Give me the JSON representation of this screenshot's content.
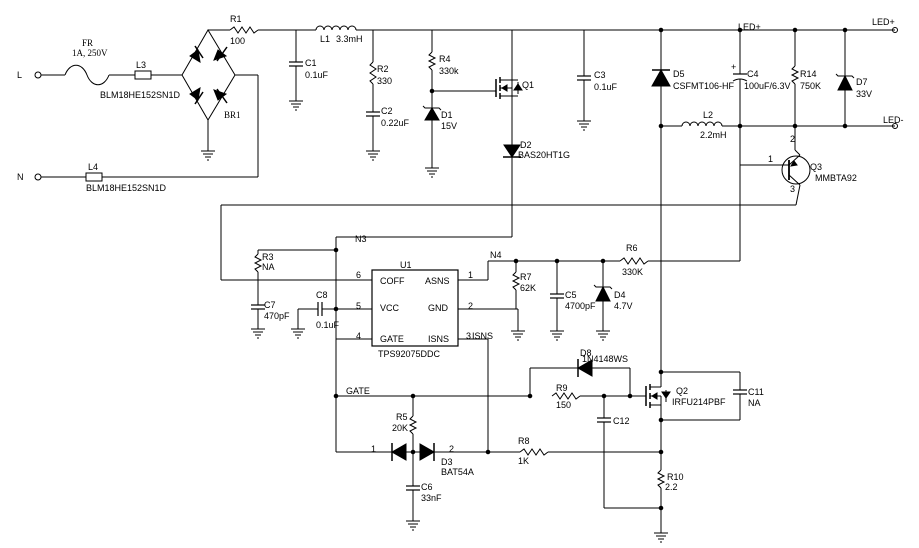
{
  "terminals": {
    "line": "L",
    "neutral": "N",
    "led_plus_top": "LED+",
    "led_plus_rail": "LED+",
    "led_minus": "LED-"
  },
  "components": {
    "fuse": {
      "ref": "FR",
      "value": "1A, 250V"
    },
    "l3": {
      "ref": "L3",
      "value": "BLM18HE152SN1D"
    },
    "l4": {
      "ref": "L4",
      "value": "BLM18HE152SN1D"
    },
    "br1": {
      "ref": "BR1"
    },
    "r1": {
      "ref": "R1",
      "value": "100"
    },
    "l1": {
      "ref": "L1",
      "value": "3.3mH"
    },
    "c1": {
      "ref": "C1",
      "value": "0.1uF"
    },
    "r2": {
      "ref": "R2",
      "value": "330"
    },
    "c2": {
      "ref": "C2",
      "value": "0.22uF"
    },
    "r4": {
      "ref": "R4",
      "value": "330k"
    },
    "d1": {
      "ref": "D1",
      "value": "15V"
    },
    "q1": {
      "ref": "Q1"
    },
    "d2": {
      "ref": "D2",
      "value": "BAS20HT1G"
    },
    "c3": {
      "ref": "C3",
      "value": "0.1uF"
    },
    "d5": {
      "ref": "D5",
      "value": "CSFMT106-HF"
    },
    "c4": {
      "ref": "C4",
      "value": "100uF/6.3V",
      "polarity": "+"
    },
    "r14": {
      "ref": "R14",
      "value": "750K"
    },
    "d7": {
      "ref": "D7",
      "value": "33V"
    },
    "l2": {
      "ref": "L2",
      "value": "2.2mH"
    },
    "q3": {
      "ref": "Q3",
      "value": "MMBTA92",
      "pins": [
        "1",
        "2",
        "3"
      ]
    },
    "r3": {
      "ref": "R3",
      "value": "NA"
    },
    "c7": {
      "ref": "C7",
      "value": "470pF"
    },
    "c8": {
      "ref": "C8",
      "value": "0.1uF"
    },
    "r7": {
      "ref": "R7",
      "value": "62K"
    },
    "c5": {
      "ref": "C5",
      "value": "4700pF"
    },
    "d4": {
      "ref": "D4",
      "value": "4.7V"
    },
    "r6": {
      "ref": "R6",
      "value": "330K"
    },
    "d8": {
      "ref": "D8",
      "value": "1N4148WS"
    },
    "r9": {
      "ref": "R9",
      "value": "150"
    },
    "q2": {
      "ref": "Q2",
      "value": "IRFU214PBF"
    },
    "c11": {
      "ref": "C11",
      "value": "NA"
    },
    "c12": {
      "ref": "C12"
    },
    "r5": {
      "ref": "R5",
      "value": "20K"
    },
    "d3": {
      "ref": "D3",
      "value": "BAT54A",
      "pins": [
        "1",
        "2"
      ]
    },
    "c6": {
      "ref": "C6",
      "value": "33nF"
    },
    "r8": {
      "ref": "R8",
      "value": "1K"
    },
    "r10": {
      "ref": "R10",
      "value": "2.2"
    }
  },
  "ic": {
    "ref": "U1",
    "part": "TPS92075DDC",
    "pins": {
      "coff": {
        "name": "COFF",
        "num": "6"
      },
      "vcc": {
        "name": "VCC",
        "num": "5"
      },
      "gate": {
        "name": "GATE",
        "num": "4"
      },
      "asns": {
        "name": "ASNS",
        "num": "1"
      },
      "gnd": {
        "name": "GND",
        "num": "2"
      },
      "isns": {
        "name": "ISNS",
        "num": "3"
      }
    }
  },
  "nets": {
    "n3": "N3",
    "n4": "N4",
    "gate": "GATE",
    "isns": "ISNS"
  }
}
